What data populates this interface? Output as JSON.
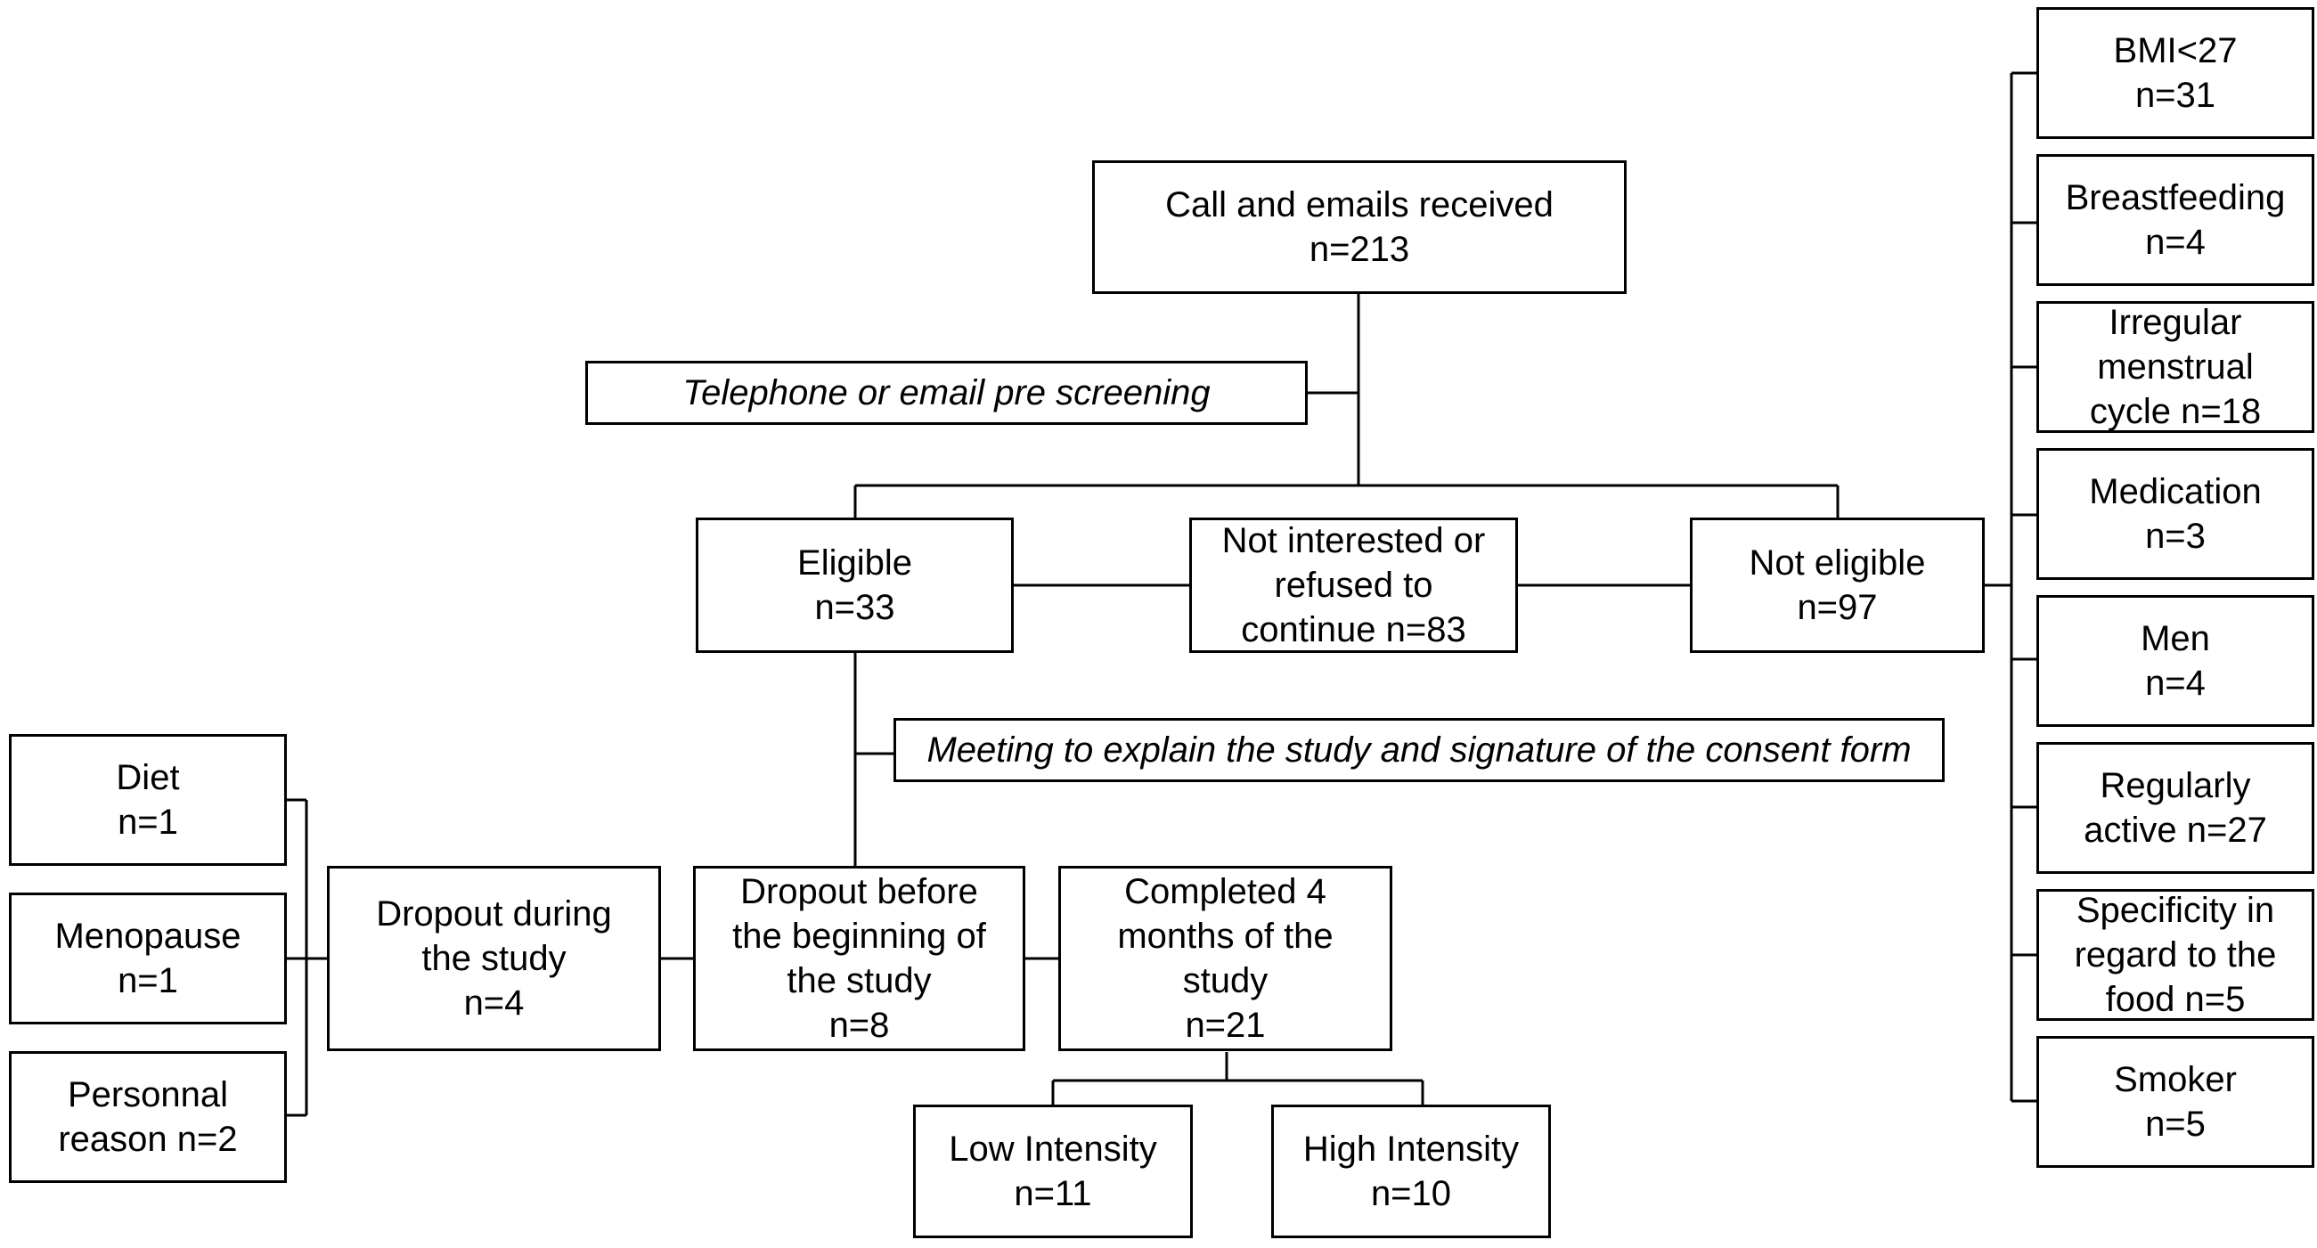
{
  "top": {
    "line1": "Call and emails received",
    "line2": "n=213"
  },
  "prescreen": "Telephone or email pre screening",
  "eligible": {
    "line1": "Eligible",
    "line2": "n=33"
  },
  "not_interested": {
    "line1": "Not interested or",
    "line2": "refused to",
    "line3": "continue n=83"
  },
  "not_eligible": {
    "line1": "Not eligible",
    "line2": "n=97"
  },
  "meeting": "Meeting to explain the study and signature of the consent form",
  "exclusions": [
    {
      "line1": "BMI<27",
      "line2": "n=31"
    },
    {
      "line1": "Breastfeeding",
      "line2": "n=4"
    },
    {
      "line1": "Irregular",
      "line2": "menstrual",
      "line3": "cycle n=18"
    },
    {
      "line1": "Medication",
      "line2": "n=3"
    },
    {
      "line1": "Men",
      "line2": "n=4"
    },
    {
      "line1": "Regularly",
      "line2": "active n=27"
    },
    {
      "line1": "Specificity in",
      "line2": "regard to the",
      "line3": "food n=5"
    },
    {
      "line1": "Smoker",
      "line2": "n=5"
    }
  ],
  "dropout_reasons": [
    {
      "line1": "Diet",
      "line2": "n=1"
    },
    {
      "line1": "Menopause",
      "line2": "n=1"
    },
    {
      "line1": "Personnal",
      "line2": "reason n=2"
    }
  ],
  "dropout_during": {
    "line1": "Dropout during",
    "line2": "the study",
    "line3": "n=4"
  },
  "dropout_before": {
    "line1": "Dropout before",
    "line2": "the beginning of",
    "line3": "the study",
    "line4": "n=8"
  },
  "completed": {
    "line1": "Completed 4",
    "line2": "months of the",
    "line3": "study",
    "line4": "n=21"
  },
  "low_intensity": {
    "line1": "Low Intensity",
    "line2": "n=11"
  },
  "high_intensity": {
    "line1": "High Intensity",
    "line2": "n=10"
  }
}
